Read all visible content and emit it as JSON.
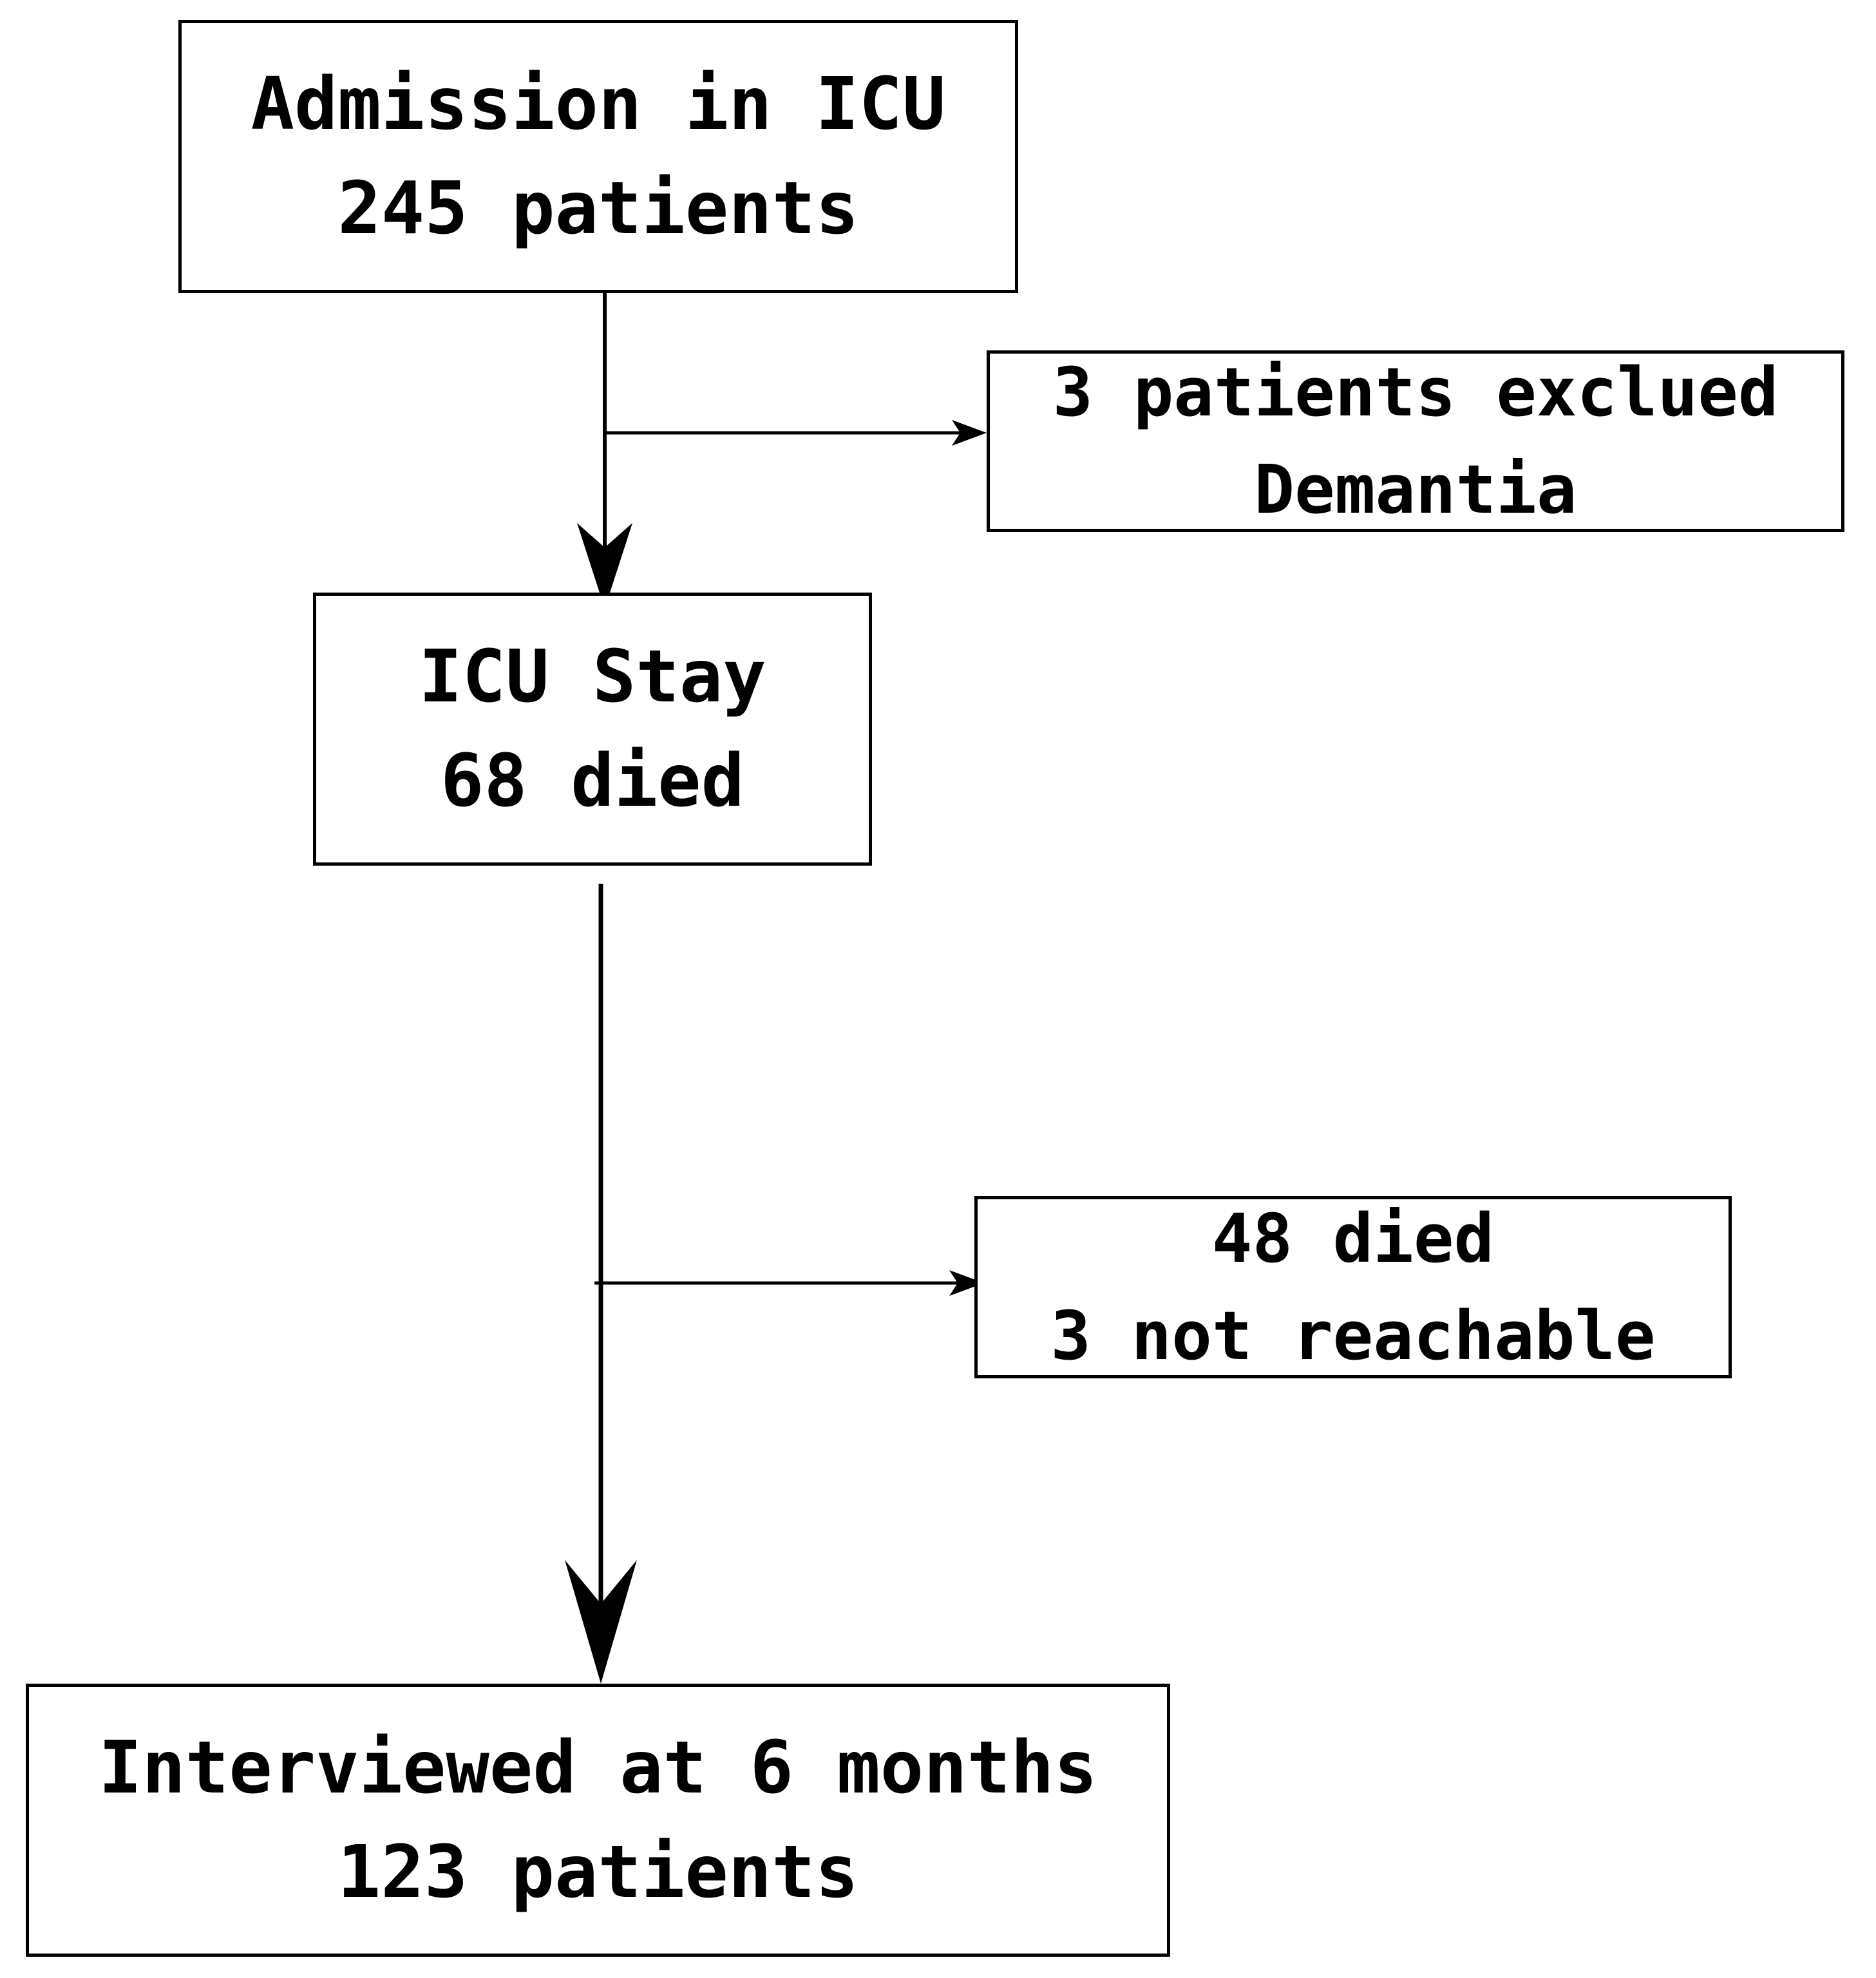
{
  "diagram": {
    "colors": {
      "stroke": "#000000",
      "background": "#ffffff"
    },
    "nodes": {
      "admission": {
        "lines": [
          "Admission in ICU",
          "245 patients"
        ]
      },
      "excluded": {
        "lines": [
          "3 patients exclued",
          "Demantia"
        ]
      },
      "icu_stay": {
        "lines": [
          "ICU Stay",
          "68 died"
        ]
      },
      "lost": {
        "lines": [
          "48 died",
          "3 not reachable"
        ]
      },
      "interviewed": {
        "lines": [
          "Interviewed at 6 months",
          "123 patients"
        ]
      }
    },
    "edges": [
      {
        "from": "admission",
        "to": "icu_stay"
      },
      {
        "from": "admission",
        "to": "excluded",
        "type": "branch"
      },
      {
        "from": "icu_stay",
        "to": "interviewed"
      },
      {
        "from": "icu_stay",
        "to": "lost",
        "type": "branch"
      }
    ]
  }
}
